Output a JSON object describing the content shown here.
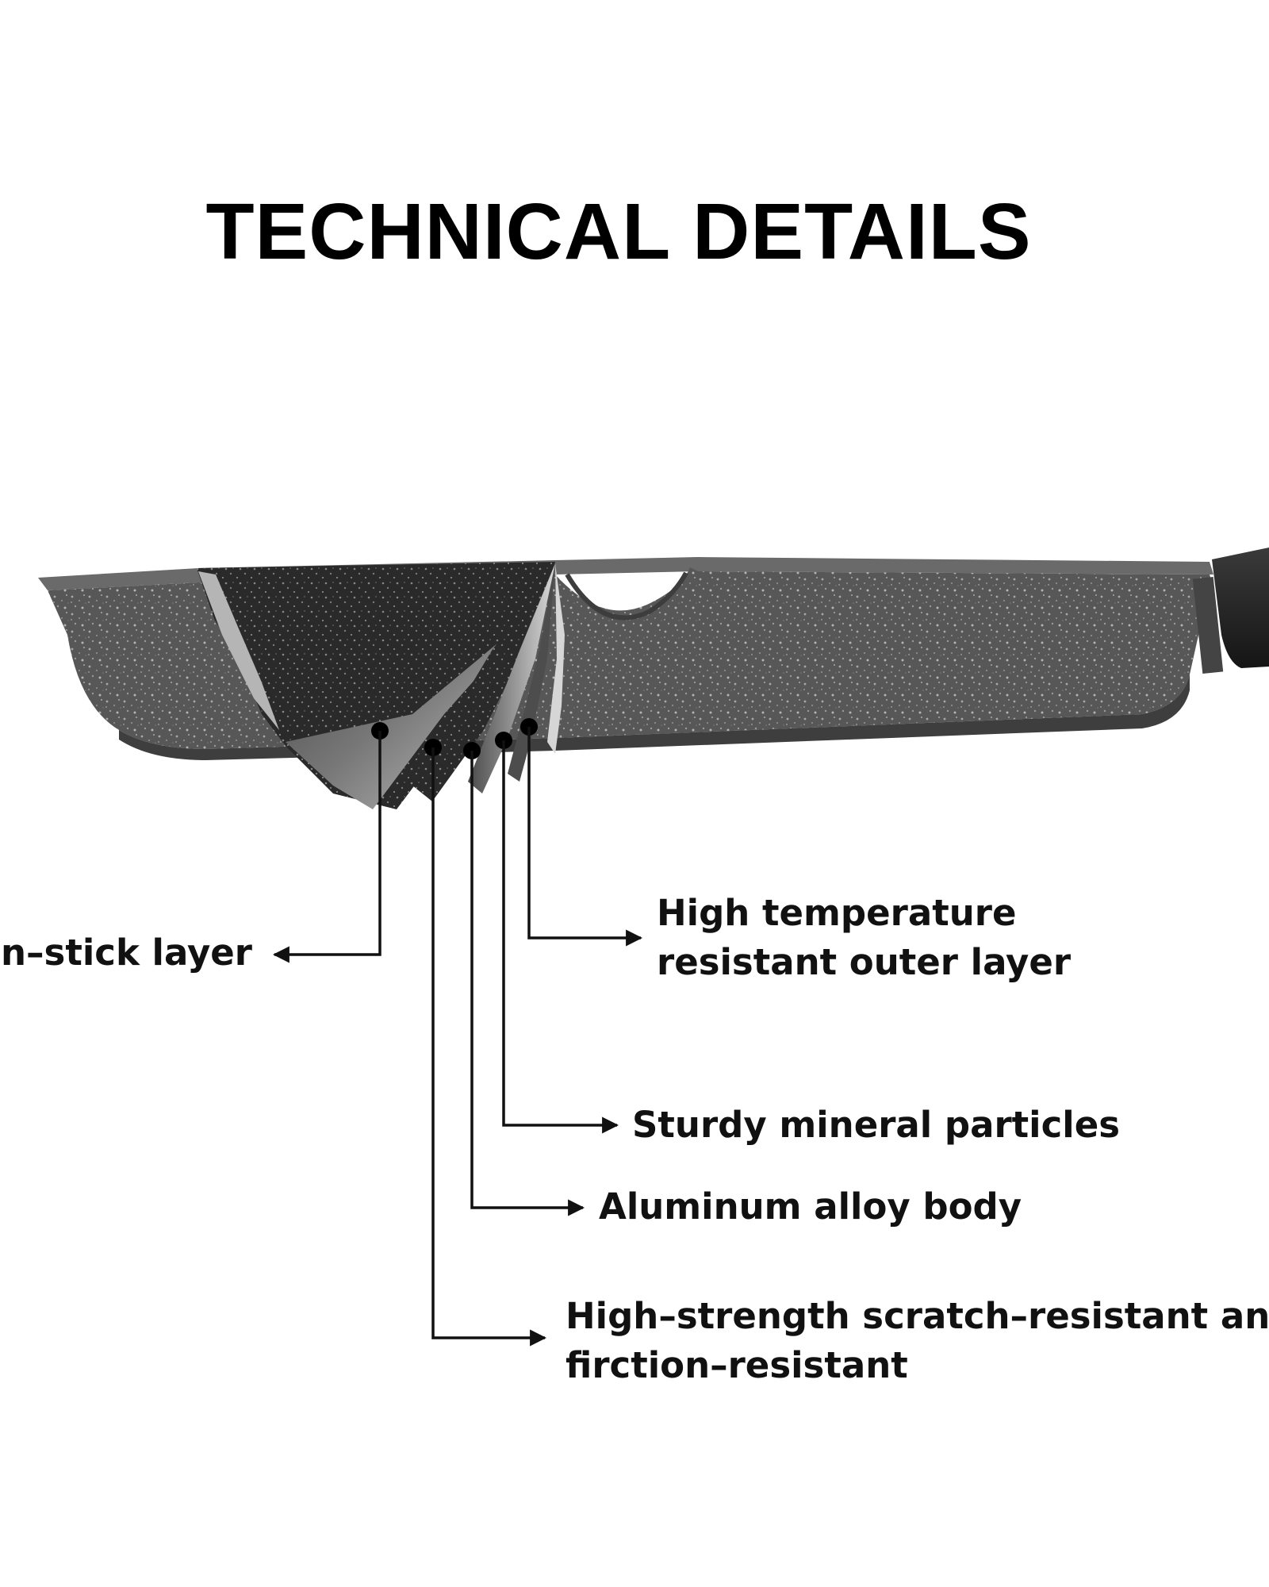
{
  "title": "TECHNICAL DETAILS",
  "colors": {
    "text": "#111111",
    "pan_body": "#5a5a5a",
    "pan_speckle": "#9a9a9a",
    "layer_dark": "#2c2c2c",
    "layer_light": "#bdbdbd",
    "background": "#ffffff"
  },
  "labels": {
    "nonstick": {
      "line1": "on–stick layer"
    },
    "outer": {
      "line1": "High temperature",
      "line2": "resistant outer layer"
    },
    "mineral": {
      "line1": "Sturdy mineral particles"
    },
    "aluminum": {
      "line1": "Aluminum alloy body"
    },
    "scratch": {
      "line1": "High–strength scratch–resistant and",
      "line2": "firction–resistant"
    }
  }
}
